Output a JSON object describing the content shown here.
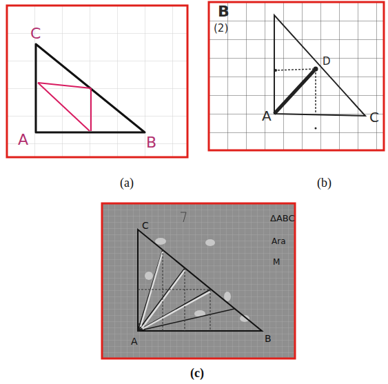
{
  "diagram": {
    "labels": [
      "C",
      "A",
      "B",
      "B",
      "(2)",
      "D",
      "A",
      "C",
      "(a)",
      "(b)",
      "C",
      "ΔABC",
      "Ara",
      "M",
      "A",
      "B",
      "(c)"
    ]
  }
}
